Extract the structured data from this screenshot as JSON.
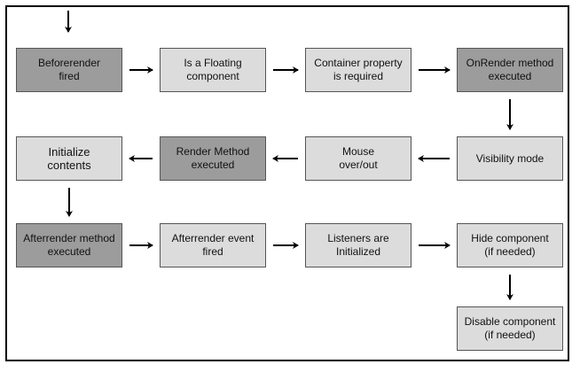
{
  "colors": {
    "dark": "#9c9c9c",
    "light": "#dcdcdc",
    "stroke": "#555555",
    "arrow": "#000000"
  },
  "nodes": [
    {
      "id": "beforerender-fired",
      "label": "Beforerender\nfired",
      "shade": "dark"
    },
    {
      "id": "is-floating-component",
      "label": "Is a Floating\ncomponent",
      "shade": "light"
    },
    {
      "id": "container-property-required",
      "label": "Container property\nis required",
      "shade": "light"
    },
    {
      "id": "onrender-method-executed",
      "label": "OnRender method\nexecuted",
      "shade": "dark"
    },
    {
      "id": "initialize-contents",
      "label": "Initialize\ncontents",
      "shade": "light"
    },
    {
      "id": "render-method-executed",
      "label": "Render Method\nexecuted",
      "shade": "dark"
    },
    {
      "id": "mouse-over-out",
      "label": "Mouse\nover/out",
      "shade": "light"
    },
    {
      "id": "visibility-mode",
      "label": "Visibility mode",
      "shade": "light"
    },
    {
      "id": "afterrender-method-executed",
      "label": "Afterrender method\nexecuted",
      "shade": "dark"
    },
    {
      "id": "afterrender-event-fired",
      "label": "Afterrender event\nfired",
      "shade": "light"
    },
    {
      "id": "listeners-initialized",
      "label": "Listeners are\nInitialized",
      "shade": "light"
    },
    {
      "id": "hide-component",
      "label": "Hide component\n(if needed)",
      "shade": "light"
    },
    {
      "id": "disable-component",
      "label": "Disable component\n(if needed)",
      "shade": "light"
    }
  ],
  "edges": [
    [
      "beforerender-fired",
      "is-floating-component"
    ],
    [
      "is-floating-component",
      "container-property-required"
    ],
    [
      "container-property-required",
      "onrender-method-executed"
    ],
    [
      "onrender-method-executed",
      "visibility-mode"
    ],
    [
      "visibility-mode",
      "mouse-over-out"
    ],
    [
      "mouse-over-out",
      "render-method-executed"
    ],
    [
      "render-method-executed",
      "initialize-contents"
    ],
    [
      "initialize-contents",
      "afterrender-method-executed"
    ],
    [
      "afterrender-method-executed",
      "afterrender-event-fired"
    ],
    [
      "afterrender-event-fired",
      "listeners-initialized"
    ],
    [
      "listeners-initialized",
      "hide-component"
    ],
    [
      "hide-component",
      "disable-component"
    ]
  ]
}
